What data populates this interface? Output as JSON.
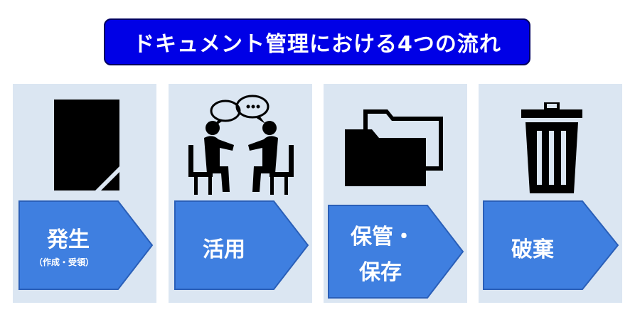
{
  "title": "ドキュメント管理における4つの流れ",
  "steps": [
    {
      "label": "発生",
      "sub": "（作成・受領）",
      "icon": "document-icon"
    },
    {
      "label": "活用",
      "icon": "meeting-icon"
    },
    {
      "label_line1": "保管・",
      "label_line2": "保存",
      "icon": "folder-icon"
    },
    {
      "label": "破棄",
      "icon": "trash-icon"
    }
  ],
  "colors": {
    "title_bg": "#0000e6",
    "panel_bg": "#dbe6f2",
    "arrow": "#3f7fe0",
    "arrow_border": "#2a5fb8",
    "icon": "#000000"
  }
}
